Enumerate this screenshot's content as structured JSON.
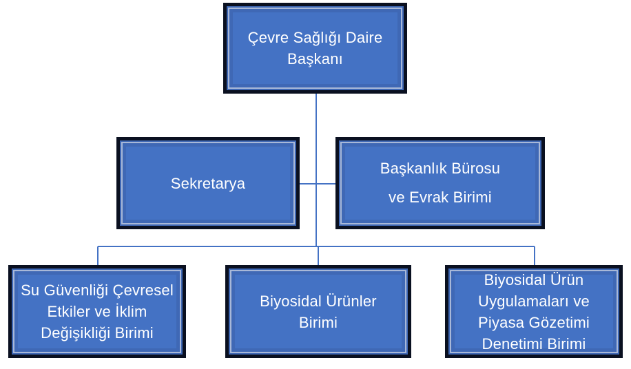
{
  "org_chart": {
    "head": {
      "label": "Çevre Sağlığı Daire\nBaşkanı"
    },
    "staff": [
      {
        "label": "Sekretarya"
      },
      {
        "label": "Başkanlık Bürosu\nve Evrak Birimi"
      }
    ],
    "units": [
      {
        "label": "Su Güvenliği Çevresel\nEtkiler ve İklim\nDeğişikliği Birimi"
      },
      {
        "label": "Biyosidal Ürünler\nBirimi"
      },
      {
        "label": "Biyosidal Ürün\nUygulamaları ve\nPiyasa Gözetimi\nDenetimi Birimi"
      }
    ],
    "colors": {
      "box_fill": "#4472c4",
      "box_border": "#0a1020",
      "connector": "#4472c4",
      "text": "#ffffff"
    }
  }
}
